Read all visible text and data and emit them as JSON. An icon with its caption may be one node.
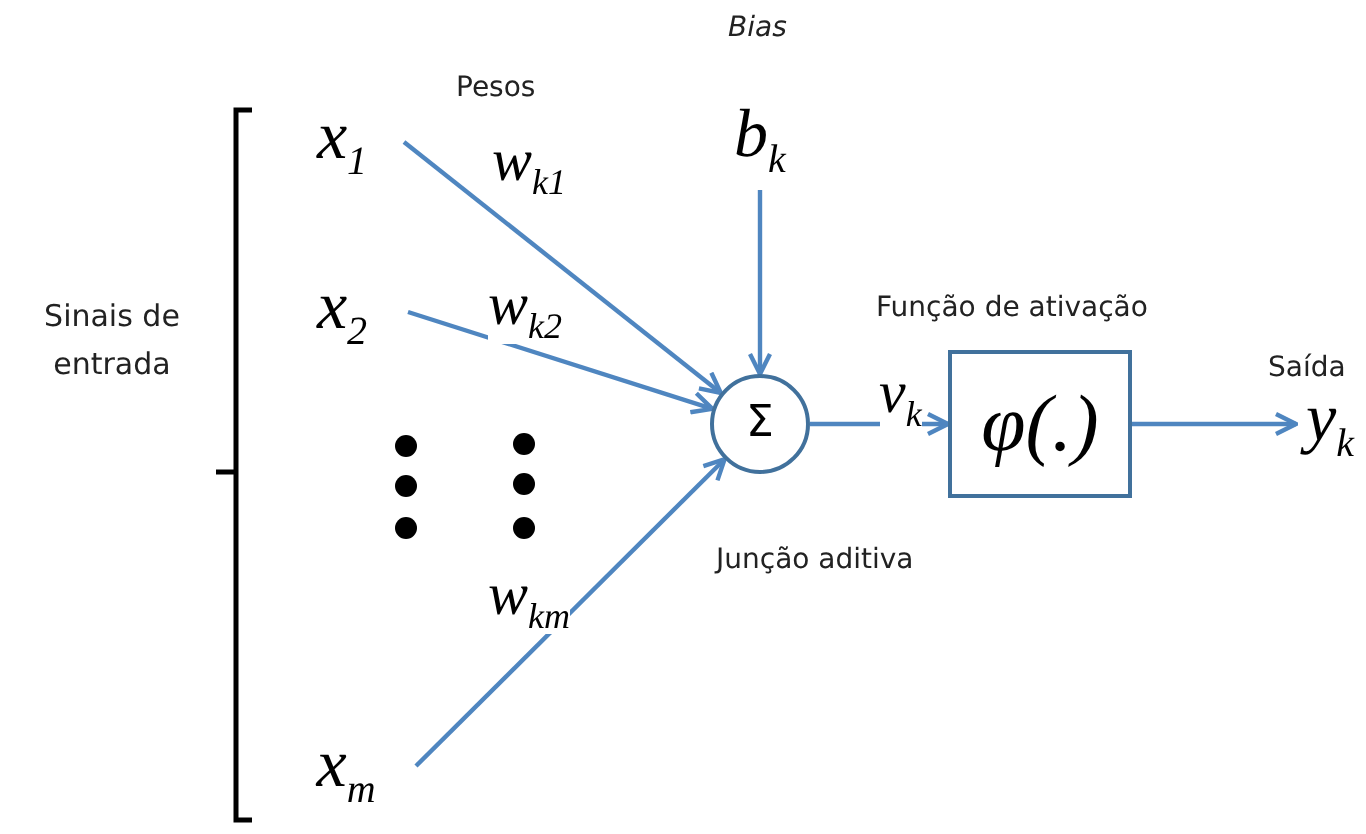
{
  "diagram": {
    "nodes": [
      {
        "text": [
          "x$_{1}$"
        ]
      },
      {
        "text": [
          "x$_{2}$"
        ]
      },
      {
        "text": [
          "x$_{m}$"
        ]
      },
      {
        "text": [
          "b$_{k}$"
        ],
        "beside": [
          "Bias"
        ]
      },
      {
        "text": [
          "Σ"
        ],
        "beside": [
          "Junção aditiva"
        ]
      },
      {
        "text": [
          "φ(.)"
        ],
        "beside": [
          "Função de ativação"
        ]
      },
      {
        "text": [
          "y$_{k}$"
        ],
        "beside": [
          "Saída"
        ]
      }
    ],
    "edges": [
      {
        "from": 0,
        "to": 4,
        "arrow": "to",
        "label": "w$_{k1}$"
      },
      {
        "from": 1,
        "to": 4,
        "arrow": "to",
        "label": "w$_{k2}$"
      },
      {
        "from": 2,
        "to": 4,
        "arrow": "to",
        "label": "w$_{km}$"
      },
      {
        "from": 3,
        "to": 4,
        "arrow": "to"
      },
      {
        "from": 4,
        "to": 5,
        "arrow": "to",
        "label": "ν$_{k}$"
      },
      {
        "from": 5,
        "to": 6,
        "arrow": "to"
      }
    ],
    "labels": [
      "Pesos",
      "Sinais de entrada"
    ]
  }
}
